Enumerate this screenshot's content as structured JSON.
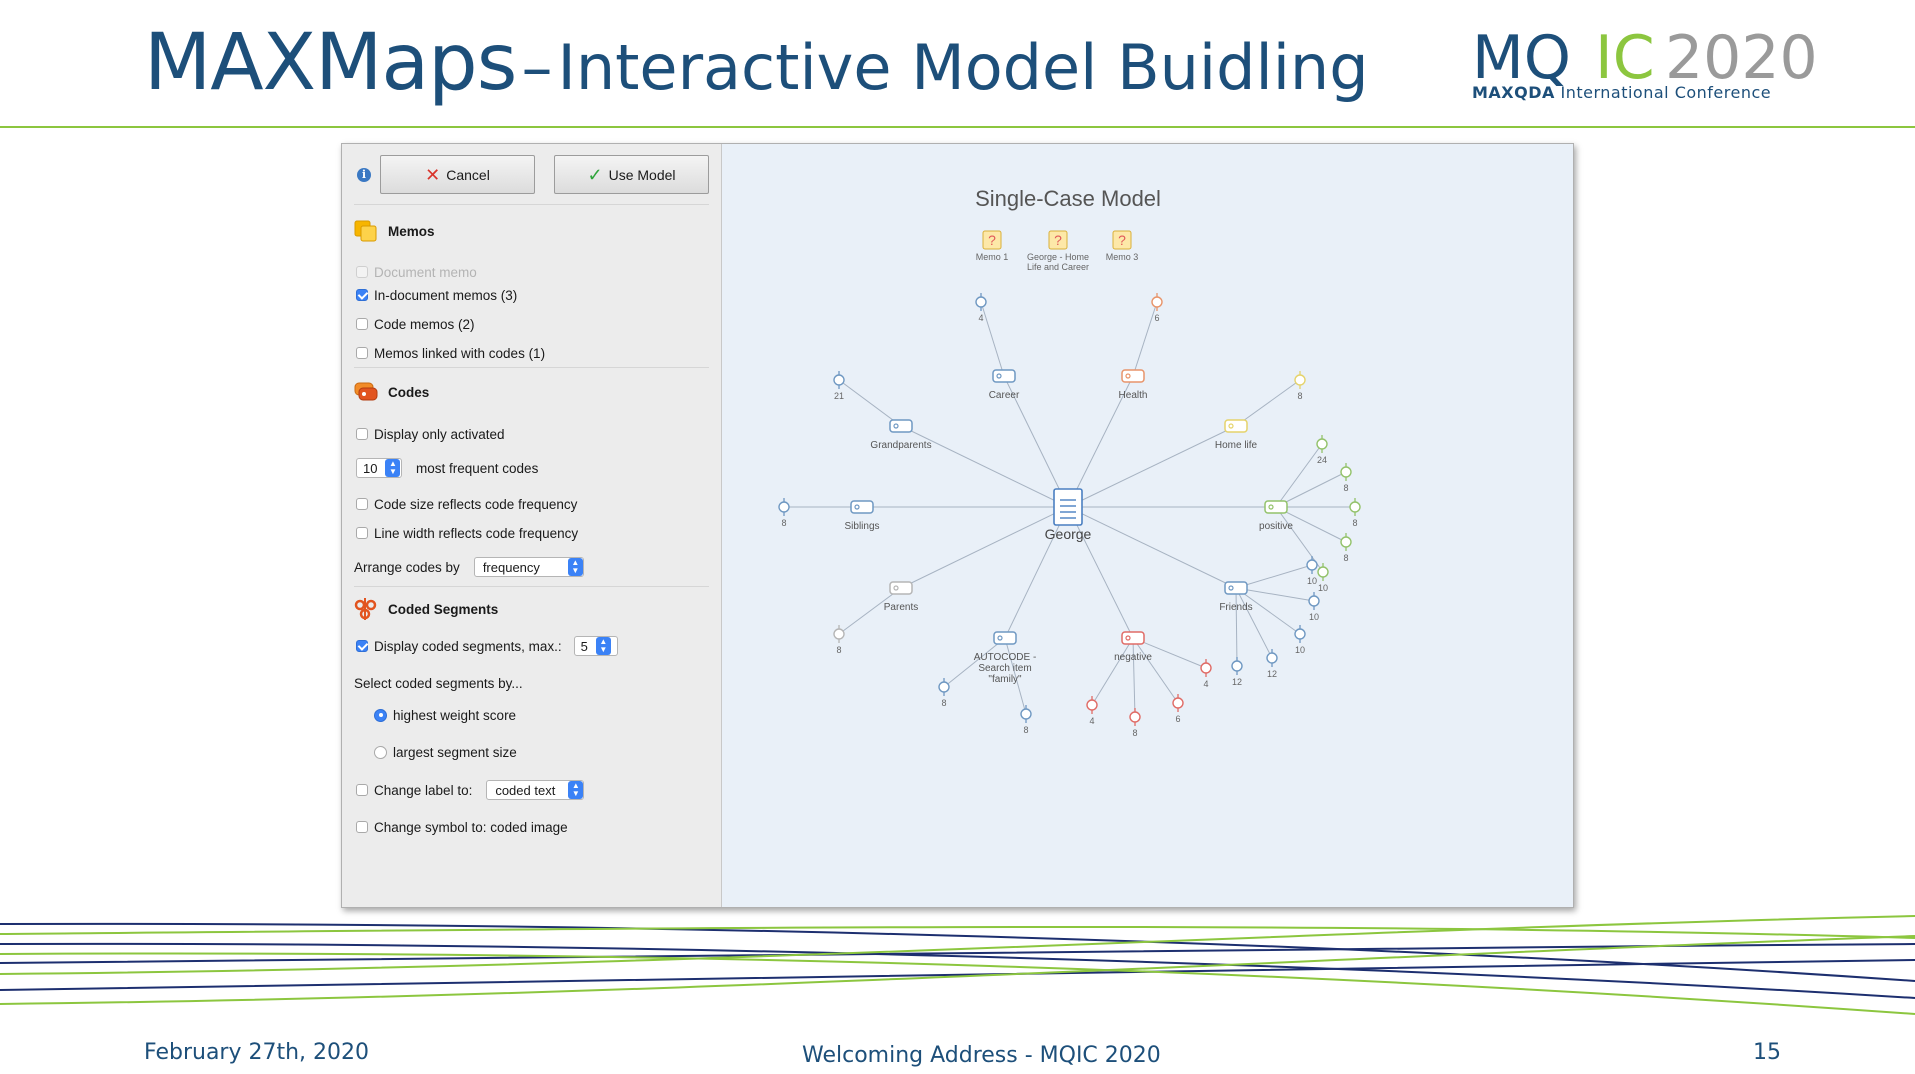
{
  "slide": {
    "title_main": "MAXMaps",
    "title_dash": "–",
    "title_sub": "Interactive Model Buidling",
    "footer_date": "February 27th, 2020",
    "footer_center": "Welcoming Address - MQIC 2020",
    "page_number": "15"
  },
  "logo": {
    "mq": "MQ",
    "ic": "IC",
    "year": "2020",
    "tagline_bold": "MAXQDA",
    "tagline_rest": " International Conference"
  },
  "colors": {
    "title_blue": "#1d4f7a",
    "accent_green": "#8cc63f",
    "navy_line": "#1d2f6f",
    "check_blue": "#3b82f6",
    "canvas_bg": "#e9f0f8"
  },
  "toolbar": {
    "info_icon": "i",
    "cancel_label": "Cancel",
    "cancel_icon": "✕",
    "use_label": "Use Model",
    "use_icon": "✓"
  },
  "memos": {
    "heading": "Memos",
    "document_memo": "Document memo",
    "in_document_memos": "In-document memos (3)",
    "code_memos": "Code memos (2)",
    "memos_linked": "Memos linked with codes (1)"
  },
  "codes": {
    "heading": "Codes",
    "display_only_activated": "Display only activated",
    "most_frequent_value": "10",
    "most_frequent_label": "most frequent codes",
    "code_size": "Code size reflects code frequency",
    "line_width": "Line width reflects code frequency",
    "arrange_label": "Arrange codes by",
    "arrange_value": "frequency"
  },
  "coded_segments": {
    "heading": "Coded Segments",
    "display_label": "Display coded segments, max.:",
    "display_max": "5",
    "select_by": "Select coded segments by...",
    "highest_weight": "highest weight score",
    "largest_segment": "largest segment size",
    "change_label": "Change label to:",
    "change_label_value": "coded text",
    "change_symbol": "Change symbol to: coded image"
  },
  "map": {
    "title": "Single-Case Model",
    "center": "George",
    "memos": [
      {
        "lines": [
          "Memo 1"
        ]
      },
      {
        "lines": [
          "George - Home",
          "Life and Career"
        ]
      },
      {
        "lines": [
          "Memo 3"
        ]
      }
    ],
    "codes": [
      {
        "name": "career",
        "label": [
          "Career"
        ],
        "color": "#6f98c2",
        "segments": [
          "4"
        ]
      },
      {
        "name": "health",
        "label": [
          "Health"
        ],
        "color": "#e8946a",
        "segments": [
          "6"
        ]
      },
      {
        "name": "grandparents",
        "label": [
          "Grandparents"
        ],
        "color": "#6f98c2",
        "segments": [
          "21"
        ]
      },
      {
        "name": "home-life",
        "label": [
          "Home life"
        ],
        "color": "#e5d36b",
        "segments": [
          "8"
        ]
      },
      {
        "name": "siblings",
        "label": [
          "Siblings"
        ],
        "color": "#6f98c2",
        "segments": [
          "8"
        ]
      },
      {
        "name": "positive",
        "label": [
          "positive"
        ],
        "color": "#93c26a",
        "segments": [
          "24",
          "8",
          "8",
          "8",
          "10"
        ]
      },
      {
        "name": "parents",
        "label": [
          "Parents"
        ],
        "color": "#b5b5b5",
        "segments": [
          "8"
        ]
      },
      {
        "name": "autocode",
        "label": [
          "AUTOCODE -",
          "Search item",
          "\"family\""
        ],
        "color": "#6f98c2",
        "segments": [
          "8",
          "8"
        ]
      },
      {
        "name": "negative",
        "label": [
          "negative"
        ],
        "color": "#e06b66",
        "segments": [
          "4",
          "8",
          "6",
          "4"
        ]
      },
      {
        "name": "friends",
        "label": [
          "Friends"
        ],
        "color": "#6f98c2",
        "segments": [
          "10",
          "10",
          "10",
          "12",
          "12"
        ]
      }
    ]
  }
}
